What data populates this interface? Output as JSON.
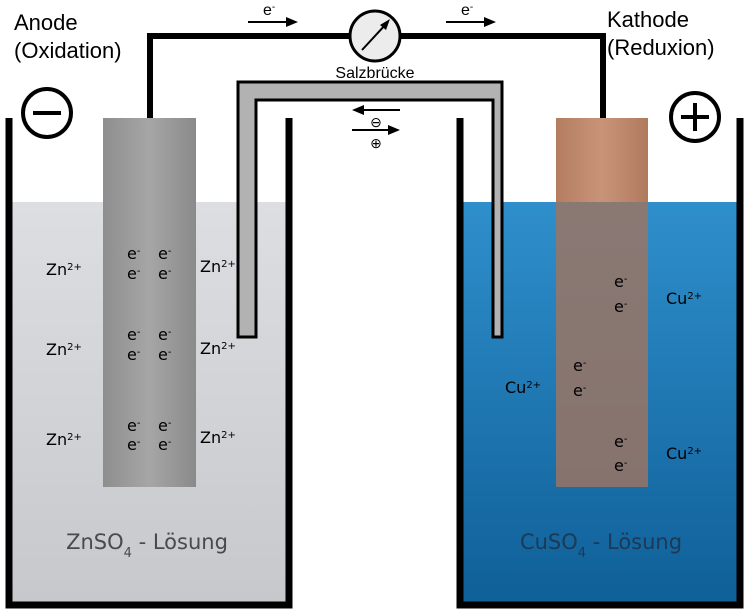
{
  "anode": {
    "title": "Anode",
    "subtitle": "(Oxidation)",
    "sign": "minus-sign"
  },
  "cathode": {
    "title": "Kathode",
    "subtitle": "(Reduxion)",
    "sign": "plus-sign"
  },
  "wire": {
    "electron_base": "e",
    "electron_sup": "-"
  },
  "salt_bridge": {
    "label": "Salzbrücke",
    "anion_symbol": "⊖",
    "cation_symbol": "⊕"
  },
  "left_beaker": {
    "solution_pre": "ZnSO",
    "solution_sub": "4",
    "solution_post": " - Lösung",
    "ion_base": "Zn",
    "ion_charge": "2+",
    "electron_base": "e",
    "electron_sup": "-"
  },
  "right_beaker": {
    "solution_pre": "CuSO",
    "solution_sub": "4",
    "solution_post": " - Lösung",
    "ion_base": "Cu",
    "ion_charge": "2+",
    "electron_base": "e",
    "electron_sup": "-"
  },
  "colors": {
    "zn_solution": "#d5d7dc",
    "cu_solution_top": "#2f8fcb",
    "cu_solution_bottom": "#0f5f98",
    "zinc_electrode": "#9a9a9a",
    "copper_electrode": "#c08a6c",
    "bridge": "#b0b0b0"
  }
}
